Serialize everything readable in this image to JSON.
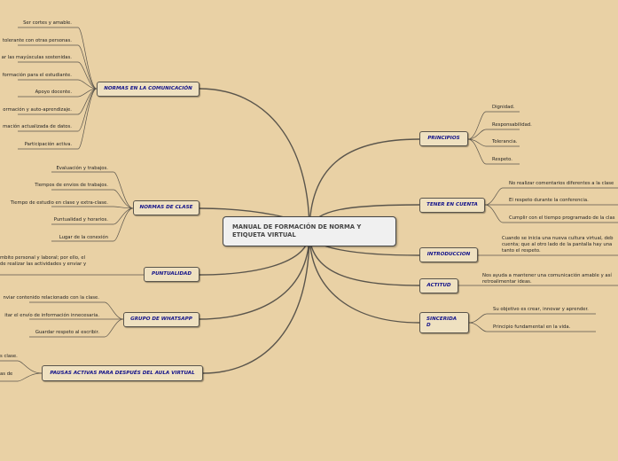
{
  "central": {
    "title": "MANUAL DE FORMACIÓN DE NORMA Y ETIQUETA VIRTUAL"
  },
  "left_topics": [
    {
      "label": "NORMAS EN LA COMUNICACIÓN",
      "items": [
        "Ser cortes y amable.",
        "tolerante con otras personas.",
        "ar las mayúsculas sostenidas.",
        "formación para el estudiante.",
        "Apoyo docente.",
        "ormación y auto-aprendizaje.",
        "mación actualizada de datos.",
        "Participación activa."
      ]
    },
    {
      "label": "NORMAS DE CLASE",
      "items": [
        "Evaluación y trabajos.",
        "Tiempos de envios de trabajos.",
        "Tiempo de estudio en clase y extra-clase.",
        "Puntualidad y horarios.",
        "Lugar de la conexión"
      ]
    },
    {
      "label": "PUNTUALIDAD",
      "items": [
        "mbito personal y laboral; por ello, el\nde realizar las actividades y enviar y"
      ]
    },
    {
      "label": "GRUPO DE WHATSAPP",
      "items": [
        "nviar contenido relacionado con la clase.",
        "itar el envío de información innecesaria.",
        "Guardar respeto al escribir."
      ]
    },
    {
      "label": "PAUSAS ACTIVAS PARA DESPUÉS DEL AULA VIRTUAL",
      "items": [
        "s clase.",
        "as de"
      ]
    }
  ],
  "right_topics": [
    {
      "label": "PRINCIPIOS",
      "items": [
        "Dignidad.",
        "Responsabilidad.",
        "Tolerancia.",
        "Respeto."
      ]
    },
    {
      "label": "TENER EN CUENTA",
      "items": [
        "No realizar comentarios diferentes a la clase",
        "El respeto durante la conferencia.",
        "Cumplir con el tiempo programado de la clas"
      ]
    },
    {
      "label": "INTRODUCCION",
      "items": [
        "Cuando se inicia una nueva cultura virtual, deb\ncuenta; que al otro lado de la pantalla hay una\ntanto el respeto."
      ]
    },
    {
      "label": "ACTITUD",
      "items": [
        "Nos ayuda a mantener una comunicación amable y así\nretroalimentar ideas."
      ]
    },
    {
      "label": "SINCERIDA\nD",
      "items": [
        "Su objetivo es crear, innovar y aprender.",
        "Principio fundamental en la vida."
      ]
    }
  ],
  "colors": {
    "background": "#e9d1a5",
    "topic_box": "#efe1c1",
    "topic_text": "#12128a",
    "central_box": "#f0f0f0",
    "line": "#5a554c"
  }
}
